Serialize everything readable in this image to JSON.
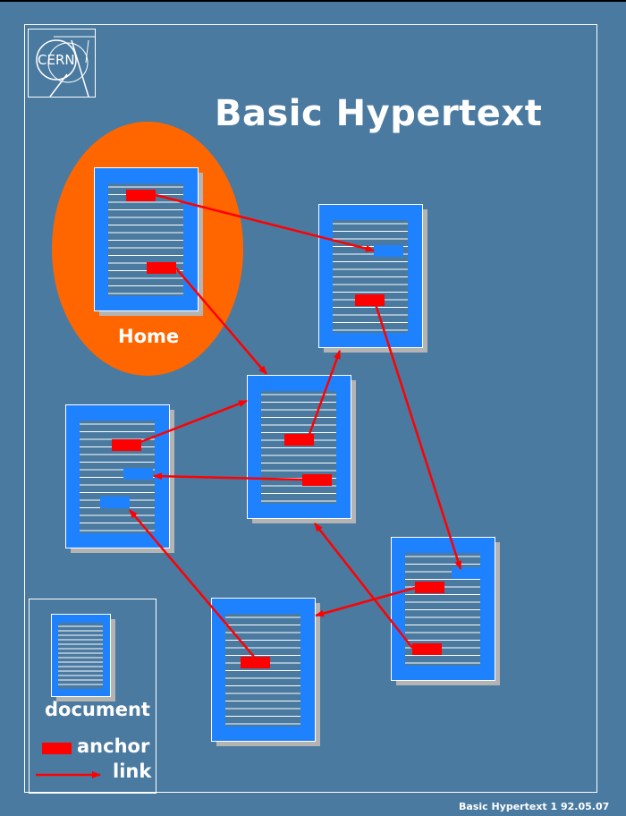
{
  "title": "Basic Hypertext",
  "logo_text": "CERN",
  "home_label": "Home",
  "legend": {
    "document_label": "document",
    "anchor_label": "anchor",
    "link_label": "link"
  },
  "footer": "Basic Hypertext 1  92.05.07",
  "colors": {
    "background": "#4a7aa0",
    "document": "#1e82ff",
    "anchor": "#ff0000",
    "home_ellipse": "#ff6600",
    "shadow": "#b4b4b4"
  }
}
